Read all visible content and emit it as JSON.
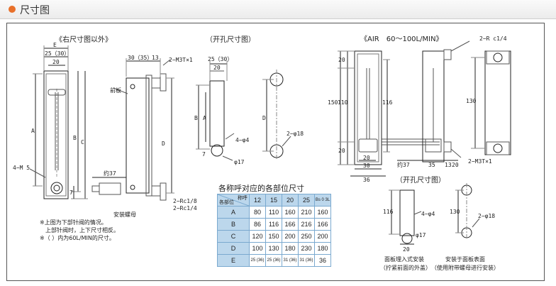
{
  "header": {
    "title": "尺寸图"
  },
  "diagram": {
    "captions": {
      "left_view": "《右尺寸图以外》",
      "cutout_top": "（开孔尺寸图）",
      "air_view": "《AIR　60～100L/MIN》",
      "cutout_bottom": "（开孔尺寸图）"
    },
    "left_labels": {
      "E": "E",
      "w25": "25（30）",
      "w20": "20",
      "A": "A",
      "B": "B",
      "C": "C",
      "m5": "4−M 5",
      "d7": "7",
      "side30": "30（35）",
      "side13": "13",
      "mount": "2−M3T×1",
      "panel": "前板",
      "D": "D",
      "dia37": "约37",
      "nut": "安装螺母",
      "rc18": "2−Rc1/8",
      "rc14": "2−Rc1/4"
    },
    "cut_labels": {
      "w25": "25（30）",
      "w20": "20",
      "A": "A",
      "B": "B",
      "D": "D",
      "phi4": "4−φ4",
      "phi17": "φ17",
      "phi18": "2−φ18",
      "d7": "7"
    },
    "air_labels": {
      "d20a": "20",
      "d150": "150",
      "d110": "110",
      "d20b": "20",
      "d116": "116",
      "d130": "130",
      "rc": "2−R c1/4",
      "mount": "2−M3T×1",
      "dia37": "约37",
      "w20": "20",
      "w30": "30",
      "w36": "36",
      "w35": "35",
      "w13": "13",
      "w20b": "20"
    },
    "cut2_labels": {
      "d116": "116",
      "phi4": "4−φ4",
      "phi17": "φ17",
      "w20": "20",
      "d130": "130",
      "phi18": "2−φ18",
      "cap1a": "面板埋入式安装",
      "cap1b": "（拧紧前面的外盖）",
      "cap2a": "安装于面板表面",
      "cap2b": "（使用附带螺母进行安装）"
    },
    "notes": [
      "※上图为下部针阀的情况。",
      "　上部针阀时，上下尺寸相反。",
      "※（ ）内为60L/MIN的尺寸。"
    ]
  },
  "table": {
    "title": "各称呼对应的各部位尺寸",
    "corner_top": "称呼",
    "corner_bottom": "各部位",
    "columns": [
      "12",
      "15",
      "20",
      "25",
      "Bs 0 3L"
    ],
    "rows": [
      {
        "label": "A",
        "values": [
          "80",
          "110",
          "160",
          "210",
          "160"
        ]
      },
      {
        "label": "B",
        "values": [
          "86",
          "116",
          "166",
          "216",
          "166"
        ]
      },
      {
        "label": "C",
        "values": [
          "120",
          "150",
          "200",
          "250",
          "200"
        ]
      },
      {
        "label": "D",
        "values": [
          "100",
          "130",
          "180",
          "230",
          "180"
        ]
      },
      {
        "label": "E",
        "values": [
          "25 (36)",
          "25 (36)",
          "31 (36)",
          "31 (36)",
          "36"
        ]
      }
    ]
  }
}
